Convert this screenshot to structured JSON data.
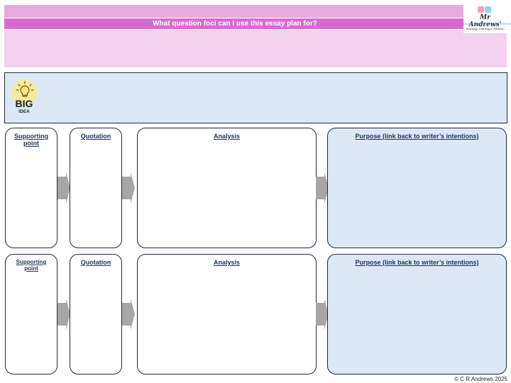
{
  "header": {
    "title": "What question foci can I use this essay plan for?",
    "logo": {
      "name": "Mr Andrews'",
      "line1": "ENGLISH REVISION MAPS & RESOURCES",
      "line2": "Teaching, Learning & Revision"
    }
  },
  "big_idea": {
    "big": "BIG",
    "idea": "IDEA"
  },
  "rows": [
    {
      "supporting": "Supporting point",
      "quotation": "Quotation",
      "analysis": "Analysis",
      "purpose": "Purpose (link back to writer’s intentions)"
    },
    {
      "supporting": "Supporting point",
      "quotation": "Quotation",
      "analysis": "Analysis",
      "purpose": "Purpose (link back to writer’s intentions)"
    }
  ],
  "footer": {
    "copyright": "© C R Andrews 2025"
  },
  "colors": {
    "header_strip": "#e6a9e0",
    "title_bar": "#d86bd0",
    "header_body": "#f2d0ee",
    "big_idea_bg": "#dce8f5",
    "purpose_bg": "#dce8f5",
    "arrow": "#a6a6a6"
  }
}
